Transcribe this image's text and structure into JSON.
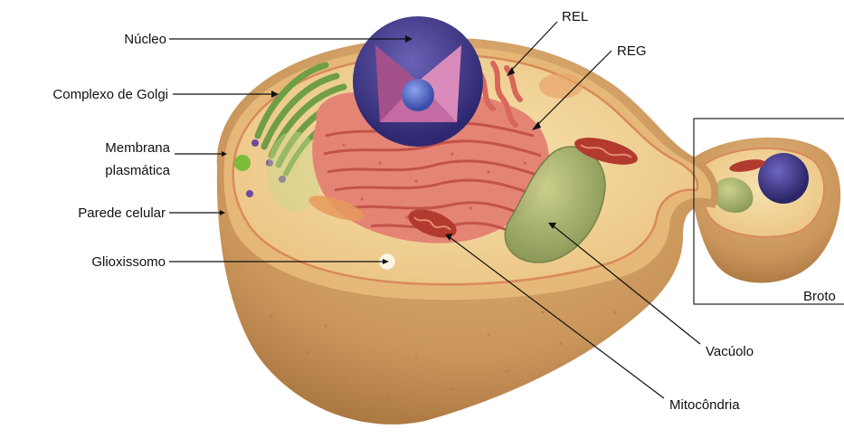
{
  "labels": {
    "nucleo": "Núcleo",
    "golgi": "Complexo de Golgi",
    "membrana_1": "Membrana",
    "membrana_2": "plasmática",
    "parede": "Parede celular",
    "glioxissomo": "Glioxissomo",
    "rel": "REL",
    "reg": "REG",
    "vacuolo": "Vacúolo",
    "mitocondria": "Mitocôndria",
    "broto": "Broto"
  },
  "colors": {
    "wall_outer": "#c9955a",
    "cytoplasm": "#f1d394",
    "membrane": "#d98a5a",
    "nucleus": "#4a3f8f",
    "nucleus_inner": "#c06aa0",
    "nucleolus": "#5a6ec8",
    "er": "#e07a6c",
    "golgi": "#7aa84c",
    "vacuole": "#a7b56a",
    "mitochondria": "#b23a2e",
    "glyoxysome": "#fbf6e4",
    "leader": "#111111"
  }
}
